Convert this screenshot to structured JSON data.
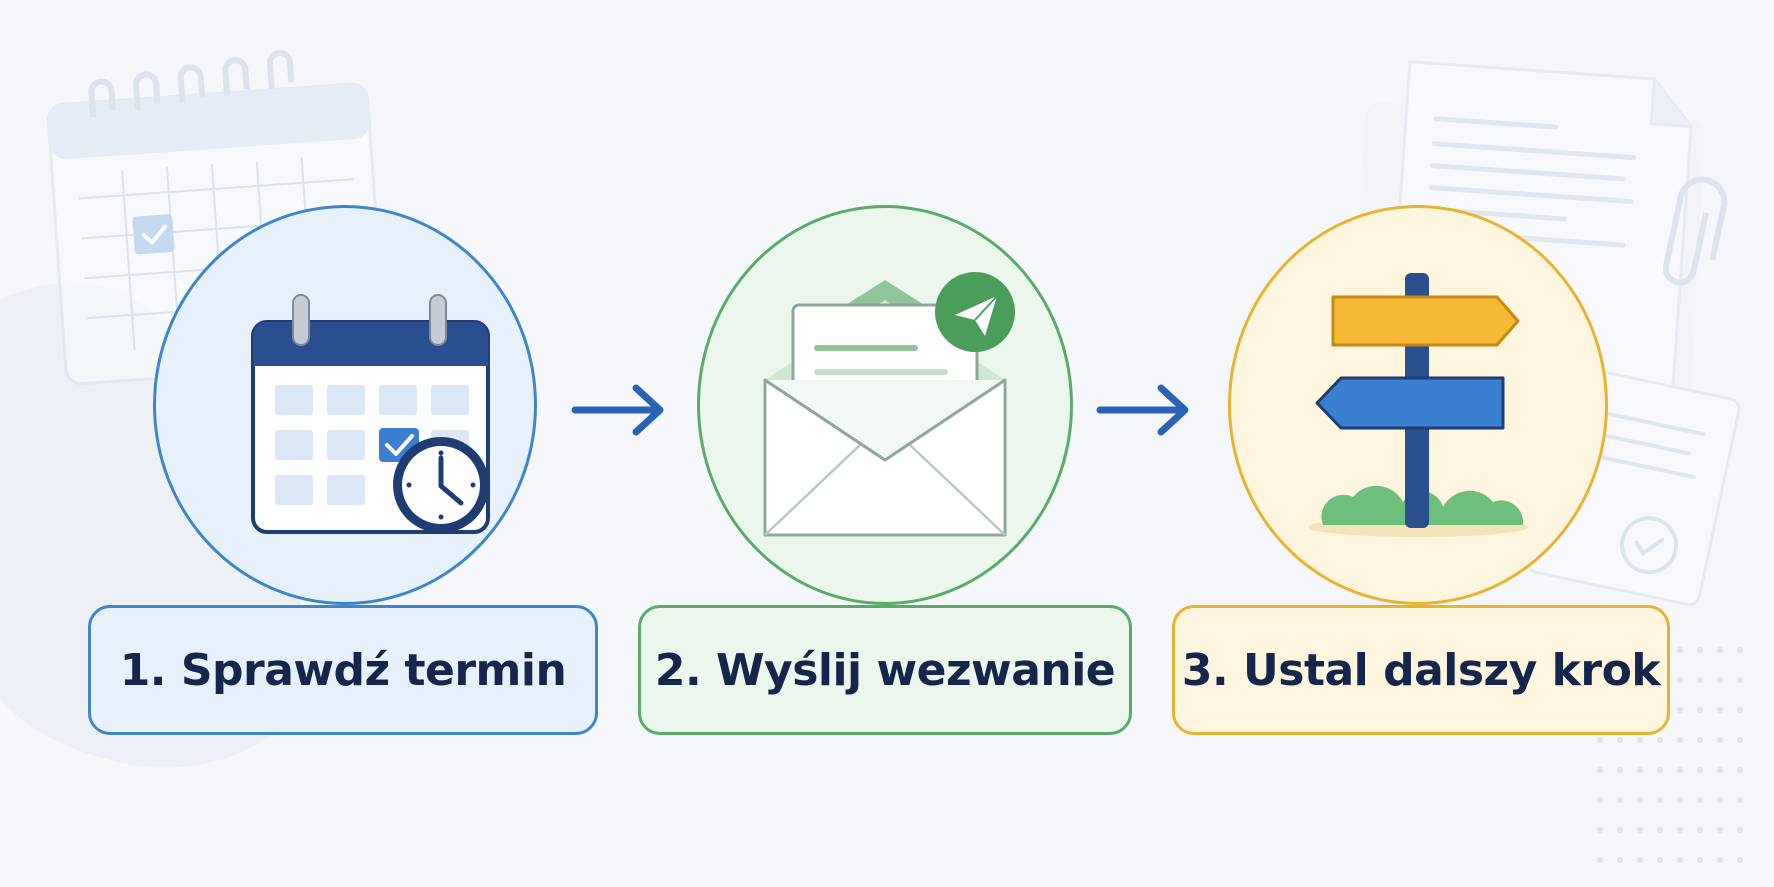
{
  "steps": [
    {
      "label": "1. Sprawdź termin",
      "icon": "calendar-clock-icon",
      "accent": "#3f86c9",
      "fill": "#e6f1fc"
    },
    {
      "label": "2. Wyślij wezwanie",
      "icon": "envelope-send-icon",
      "accent": "#5aab6a",
      "fill": "#ebf6ec"
    },
    {
      "label": "3. Ustal dalszy krok",
      "icon": "signpost-icon",
      "accent": "#e6b431",
      "fill": "#fdf5dd"
    }
  ],
  "colors": {
    "background": "#f5f7fa",
    "text": "#16254b",
    "arrow": "#2b63b4",
    "navy": "#2a4f8f"
  }
}
